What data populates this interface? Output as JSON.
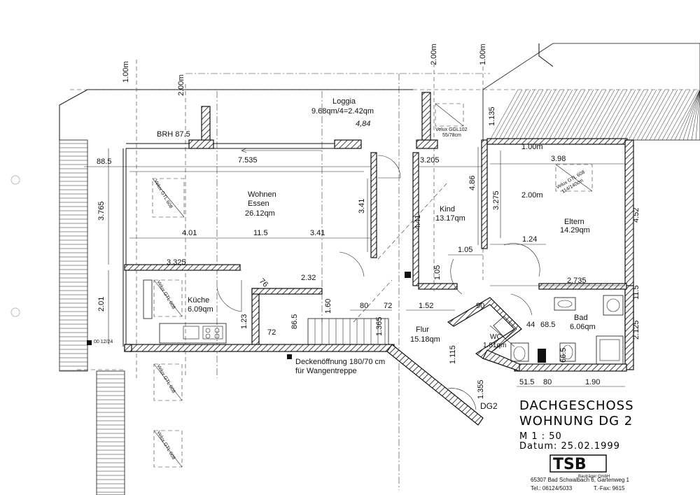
{
  "plan": {
    "title": "DACHGESCHOSS",
    "subtitle": "WOHNUNG DG 2",
    "scale": "M 1 : 50",
    "date": "Datum: 25.02.1999",
    "marker": "DG2",
    "logo": "TSB",
    "logo_sub": "Bauträger GmbH",
    "address": "65307 Bad Schwalbach 6, Gartenweg 1",
    "phone": "Tel.: 06124/5033",
    "fax": "T.-Fax: 9615"
  },
  "rooms": {
    "loggia_name": "Loggia",
    "loggia_area": "9.68qm/4=2.42qm",
    "loggia_note": "4,84",
    "wohnen_name1": "Wohnen",
    "wohnen_name2": "Essen",
    "wohnen_area": "26.12qm",
    "kind_name": "Kind",
    "kind_area": "13.17qm",
    "eltern_name": "Eltern",
    "eltern_area": "14.29qm",
    "kueche_name": "Küche",
    "kueche_area": "6.09qm",
    "flur_name": "Flur",
    "flur_area": "15.18qm",
    "bad_name": "Bad",
    "bad_area": "6.06qm",
    "wc_name": "WC",
    "wc_area": "1.81qm"
  },
  "notes": {
    "brh": "BRH 87.5",
    "velux_main": "Velux GGL102",
    "velux_main_size": "55/78cm",
    "velux_gtl": "Velux GTL 608",
    "velux_gtl_size": "114/140cm",
    "deckenoeffnung1": "Deckenöffnung 180/70 cm",
    "deckenoeffnung2": "für Wangentreppe",
    "level_mark": "00 12/24"
  },
  "dims": {
    "d_1m_left": "1.00m",
    "d_2m_left": "2.00m",
    "d_1m_top_center": "1.00m",
    "d_2m_top_right": "2.00m",
    "d_1m_right": "1.00m",
    "d_2m_right": "2.00m",
    "d_885": "88.5",
    "d_7535": "7.535",
    "d_3205": "3.205",
    "d_398": "3.98",
    "d_3765": "3.765",
    "d_401": "4.01",
    "d_115": "11.5",
    "d_341": "3.41",
    "d_341v": "3.41",
    "d_486": "4.86",
    "d_441": "4.41",
    "d_3275": "3.275",
    "d_124": "1.24",
    "d_105": "1.05",
    "d_105v": "1.05",
    "d_452": "4.52",
    "d_3325": "3.325",
    "d_232": "2.32",
    "d_2735": "2.735",
    "d_1135": "1.135",
    "d_160": "1.60",
    "d_80a": "80",
    "d_72": "72",
    "d_152": "1.52",
    "d_201": "2.01",
    "d_123": "1.23",
    "d_72b": "72",
    "d_865": "86.5",
    "d_1365": "1.365",
    "d_2125": "2.125",
    "d_515": "51.5",
    "d_80b": "80",
    "d_190": "1.90",
    "d_1355": "1.355",
    "d_44": "44",
    "d_685": "68.5",
    "d_665": "66.5",
    "d_90": "90",
    "d_76": "76",
    "d_115b": "11.5",
    "d_1115": "1.115"
  }
}
